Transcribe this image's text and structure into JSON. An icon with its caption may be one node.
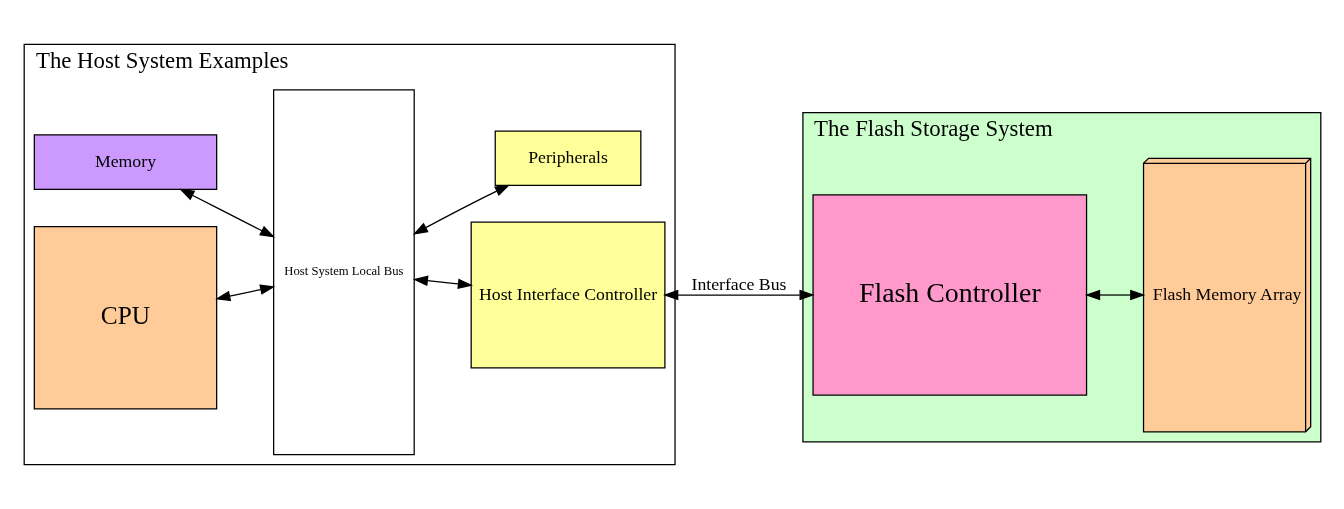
{
  "diagram": {
    "nodes": [
      {
        "text": [
          "The Host System Examples"
        ]
      },
      {
        "text": [
          "Memory"
        ],
        "in": 0
      },
      {
        "text": [
          "CPU"
        ],
        "in": 0
      },
      {
        "text": [
          "Host System Local Bus"
        ],
        "in": 0
      },
      {
        "text": [
          "Host Interface Controller"
        ],
        "in": 0
      },
      {
        "text": [
          "Peripherals"
        ],
        "in": 0
      },
      {
        "text": [
          "The Flash Storage System"
        ]
      },
      {
        "text": [
          "Flash Controller"
        ],
        "in": 6
      },
      {
        "text": [
          "Flash Memory Array"
        ],
        "in": 6
      }
    ],
    "edges": [
      {
        "from": 1,
        "to": 3,
        "arrow": "both"
      },
      {
        "from": 2,
        "to": 3,
        "arrow": "both"
      },
      {
        "from": 3,
        "to": 4,
        "arrow": "both"
      },
      {
        "from": 3,
        "to": 5,
        "arrow": "both"
      },
      {
        "from": 4,
        "to": 7,
        "arrow": "both",
        "label": "Interface Bus"
      },
      {
        "from": 7,
        "to": 8,
        "arrow": "both"
      }
    ]
  }
}
